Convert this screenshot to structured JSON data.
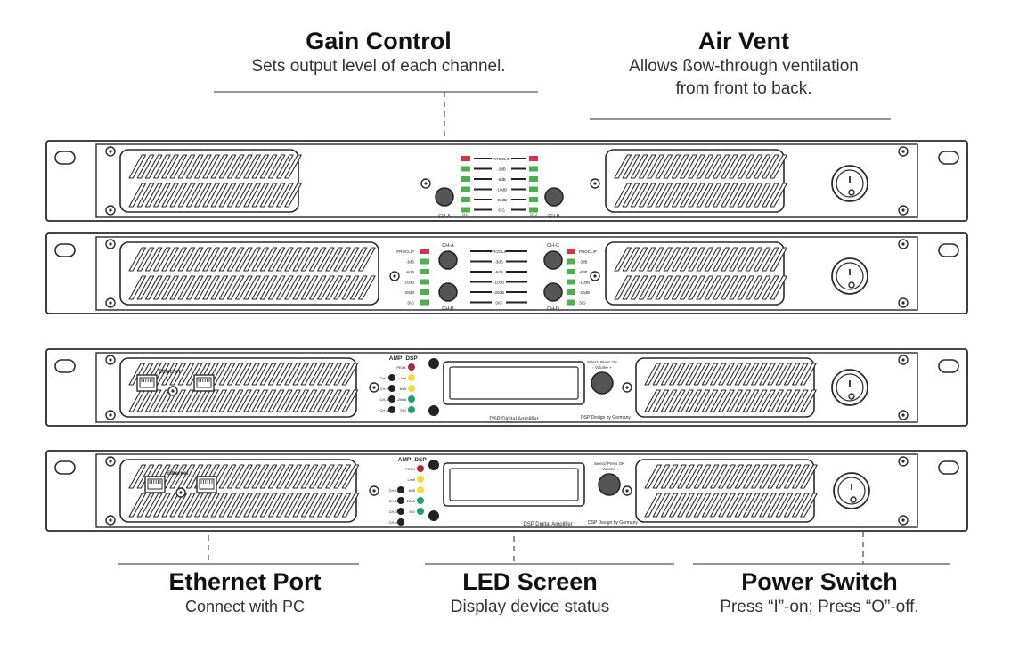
{
  "callouts": {
    "gain": {
      "title": "Gain Control",
      "desc": "Sets output level of each channel."
    },
    "vent": {
      "title": "Air Vent",
      "desc_line1": "Allows ßow-through ventilation",
      "desc_line2": "from front to back."
    },
    "ethernet": {
      "title": "Ethernet Port",
      "desc": "Connect with PC"
    },
    "led": {
      "title": "LED Screen",
      "desc": "Display device status"
    },
    "power": {
      "title": "Power Switch",
      "desc": "Press “I”-on; Press “O”-off."
    }
  },
  "panel_labels": {
    "ch_a": "CH-A",
    "ch_b": "CH-B",
    "ch_c": "CH-C",
    "ch_d": "CH-D",
    "protect_clip": "PROCLIP",
    "db_3": "-3dB",
    "db_6": "-6dB",
    "db_10": "-10dB",
    "db_20": "-20dB",
    "sig": "SIG",
    "amp": "AMP",
    "dsp": "DSP",
    "peak": "PEAK",
    "limit": "Limit",
    "ethernet": "Ethernet",
    "select_press_ok": "Select/ Press OK",
    "volume": "- Volume +",
    "dsp_digital_amplifier": "DSP Digital Amplifier",
    "dsp_design_by_germany": "DSP  Design by Germany"
  },
  "colors": {
    "line": "#2a2a2a",
    "led_red": "#d8324a",
    "led_green": "#4caf50",
    "led_yellow": "#f2dd3a",
    "led_teal": "#1aa36a",
    "led_darkred": "#a62a3a"
  }
}
